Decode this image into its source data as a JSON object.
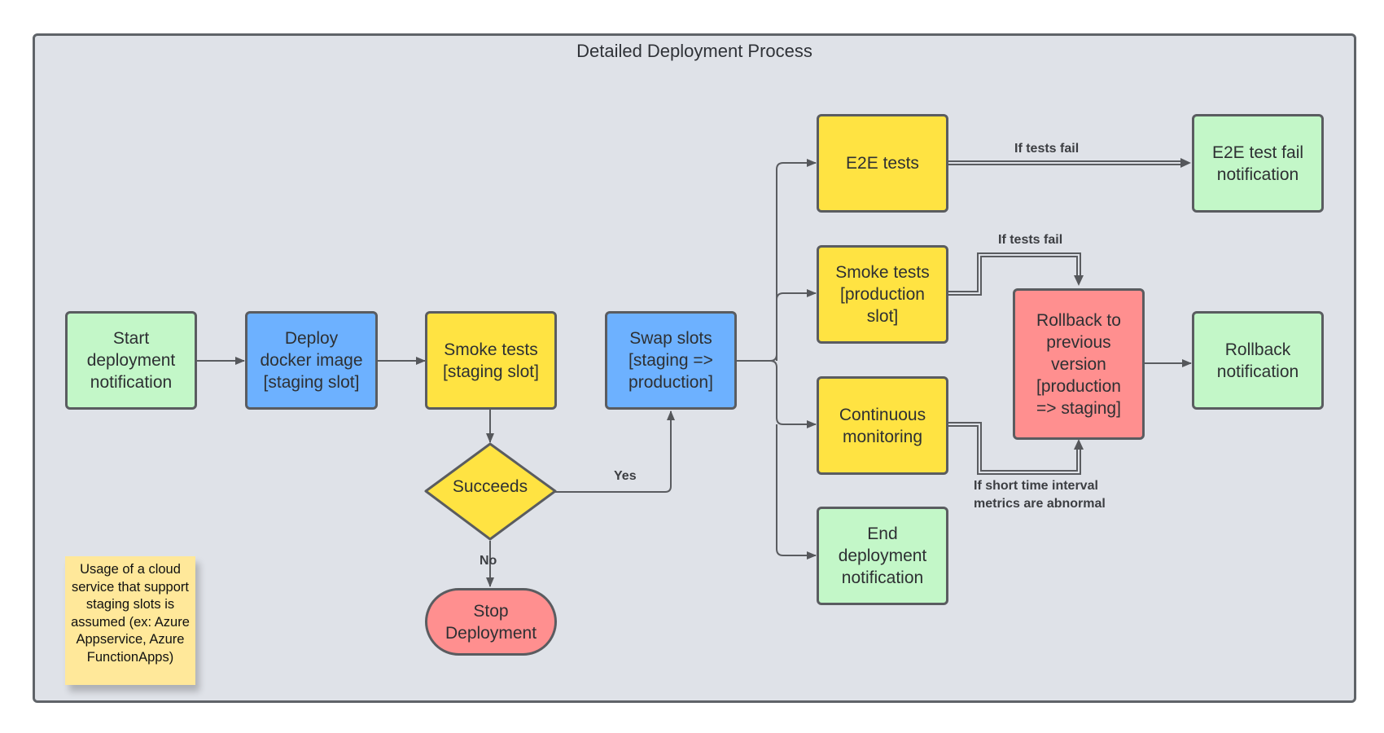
{
  "title": "Detailed Deployment Process",
  "nodes": {
    "start": "Start\ndeployment\nnotification",
    "deploy": "Deploy\ndocker image\n[staging slot]",
    "smoke_staging": "Smoke tests\n[staging slot]",
    "succeeds": "Succeeds",
    "stop": "Stop\nDeployment",
    "swap": "Swap slots\n[staging =>\nproduction]",
    "e2e": "E2E tests",
    "smoke_production": "Smoke tests\n[production\nslot]",
    "monitoring": "Continuous\nmonitoring",
    "end": "End\ndeployment\nnotification",
    "rollback": "Rollback to\nprevious\nversion\n[production\n=> staging]",
    "e2e_fail": "E2E test fail\nnotification",
    "rollback_notify": "Rollback\nnotification"
  },
  "edge_labels": {
    "yes": "Yes",
    "no": "No",
    "e2e_fail": "If tests fail",
    "smoke_fail": "If tests fail",
    "metrics": "If short time interval\nmetrics are abnormal"
  },
  "note": "Usage of a cloud service that support staging slots is assumed (ex: Azure Appservice, Azure FunctionApps)",
  "colors": {
    "green": "#c3f7c8",
    "blue": "#6db1ff",
    "yellow": "#ffe342",
    "red": "#ff8f8f",
    "note": "#ffe89a",
    "background": "#dfe2e8",
    "line": "#5a5c60"
  }
}
